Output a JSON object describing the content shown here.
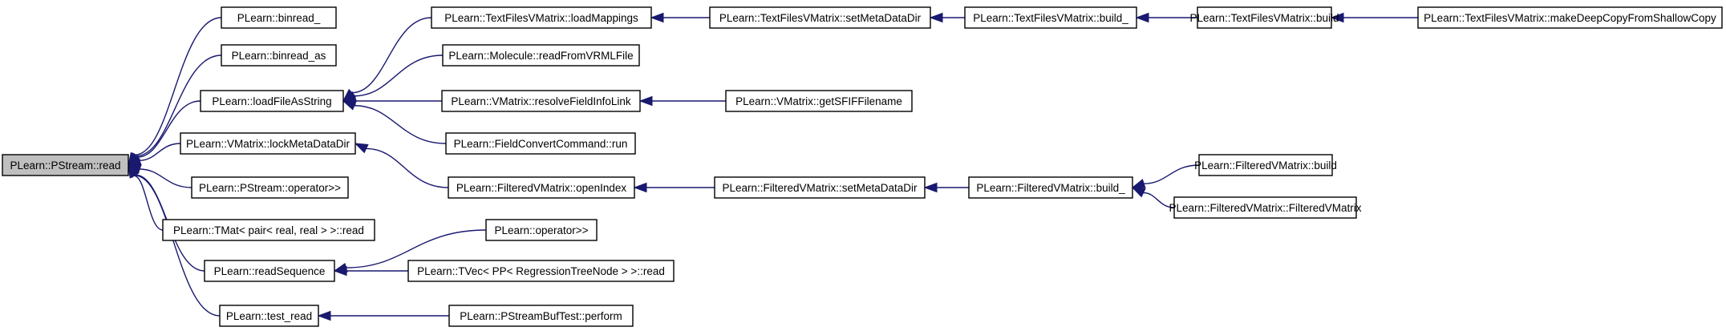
{
  "graph": {
    "nodes": [
      {
        "id": "n0",
        "label": "PLearn::PStream::read",
        "root": true
      },
      {
        "id": "n1",
        "label": "PLearn::binread_"
      },
      {
        "id": "n2",
        "label": "PLearn::binread_as"
      },
      {
        "id": "n3",
        "label": "PLearn::loadFileAsString"
      },
      {
        "id": "n4",
        "label": "PLearn::VMatrix::lockMetaDataDir"
      },
      {
        "id": "n5",
        "label": "PLearn::PStream::operator>>"
      },
      {
        "id": "n6",
        "label": "PLearn::TMat< pair< real, real > >::read"
      },
      {
        "id": "n7",
        "label": "PLearn::readSequence"
      },
      {
        "id": "n8",
        "label": "PLearn::test_read"
      },
      {
        "id": "n9",
        "label": "PLearn::TextFilesVMatrix::loadMappings"
      },
      {
        "id": "n10",
        "label": "PLearn::Molecule::readFromVRMLFile"
      },
      {
        "id": "n11",
        "label": "PLearn::VMatrix::resolveFieldInfoLink"
      },
      {
        "id": "n12",
        "label": "PLearn::FieldConvertCommand::run"
      },
      {
        "id": "n13",
        "label": "PLearn::FilteredVMatrix::openIndex"
      },
      {
        "id": "n14",
        "label": "PLearn::operator>>"
      },
      {
        "id": "n15",
        "label": "PLearn::TVec< PP< RegressionTreeNode > >::read"
      },
      {
        "id": "n16",
        "label": "PLearn::PStreamBufTest::perform"
      },
      {
        "id": "n17",
        "label": "PLearn::TextFilesVMatrix::setMetaDataDir"
      },
      {
        "id": "n18",
        "label": "PLearn::VMatrix::getSFIFFilename"
      },
      {
        "id": "n19",
        "label": "PLearn::FilteredVMatrix::setMetaDataDir"
      },
      {
        "id": "n20",
        "label": "PLearn::TextFilesVMatrix::build_"
      },
      {
        "id": "n21",
        "label": "PLearn::FilteredVMatrix::build_"
      },
      {
        "id": "n22",
        "label": "PLearn::TextFilesVMatrix::build"
      },
      {
        "id": "n23",
        "label": "PLearn::FilteredVMatrix::build"
      },
      {
        "id": "n24",
        "label": "PLearn::FilteredVMatrix::FilteredVMatrix"
      },
      {
        "id": "n25",
        "label": "PLearn::TextFilesVMatrix::makeDeepCopyFromShallowCopy"
      }
    ],
    "edges": [
      {
        "from": "n1",
        "to": "n0"
      },
      {
        "from": "n2",
        "to": "n0"
      },
      {
        "from": "n3",
        "to": "n0"
      },
      {
        "from": "n4",
        "to": "n0"
      },
      {
        "from": "n5",
        "to": "n0"
      },
      {
        "from": "n6",
        "to": "n0"
      },
      {
        "from": "n7",
        "to": "n0"
      },
      {
        "from": "n8",
        "to": "n0"
      },
      {
        "from": "n9",
        "to": "n3"
      },
      {
        "from": "n10",
        "to": "n3"
      },
      {
        "from": "n11",
        "to": "n3"
      },
      {
        "from": "n12",
        "to": "n3"
      },
      {
        "from": "n13",
        "to": "n4"
      },
      {
        "from": "n14",
        "to": "n7"
      },
      {
        "from": "n15",
        "to": "n7"
      },
      {
        "from": "n16",
        "to": "n8"
      },
      {
        "from": "n17",
        "to": "n9"
      },
      {
        "from": "n18",
        "to": "n11"
      },
      {
        "from": "n19",
        "to": "n13"
      },
      {
        "from": "n20",
        "to": "n17"
      },
      {
        "from": "n21",
        "to": "n19"
      },
      {
        "from": "n22",
        "to": "n20"
      },
      {
        "from": "n23",
        "to": "n21"
      },
      {
        "from": "n24",
        "to": "n21"
      },
      {
        "from": "n25",
        "to": "n22"
      }
    ]
  }
}
